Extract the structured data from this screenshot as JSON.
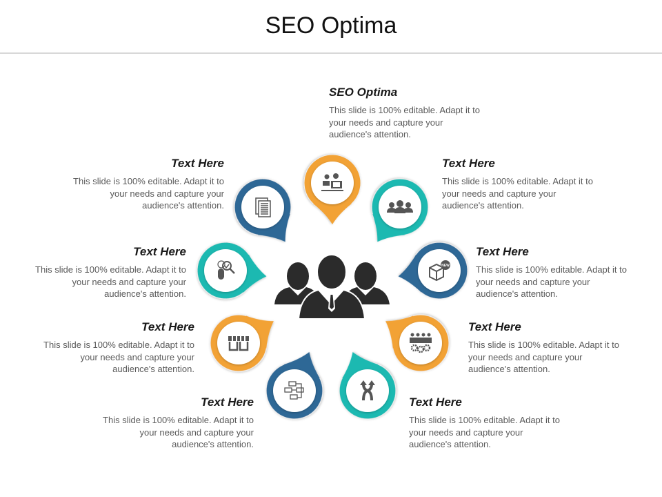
{
  "slide": {
    "title": "SEO Optima"
  },
  "colors": {
    "orange": "#f2a236",
    "teal": "#1fb9b1",
    "blue": "#2f6796",
    "icon": "#555555",
    "people": "#2b2b2b"
  },
  "blocks": [
    {
      "heading": "SEO Optima",
      "body": "This slide is 100% editable. Adapt it to your needs and capture your audience's attention."
    },
    {
      "heading": "Text Here",
      "body": "This slide is 100% editable. Adapt it to your needs and capture your audience's attention."
    },
    {
      "heading": "Text Here",
      "body": "This slide is 100% editable. Adapt it to your needs and capture your audience's attention."
    },
    {
      "heading": "Text Here",
      "body": "This slide is 100% editable. Adapt it to your needs and capture your audience's attention."
    },
    {
      "heading": "Text Here",
      "body": "This slide is 100% editable. Adapt it to your needs and capture your audience's attention."
    },
    {
      "heading": "Text Here",
      "body": "This slide is 100% editable. Adapt it to your needs and capture your audience's attention."
    },
    {
      "heading": "Text Here",
      "body": "This slide is 100% editable. Adapt it to your needs and capture your audience's attention."
    },
    {
      "heading": "Text Here",
      "body": "This slide is 100% editable. Adapt it to your needs and capture your audience's attention."
    },
    {
      "heading": "Text Here",
      "body": "This slide is 100% editable. Adapt it to your needs and capture your audience's attention."
    }
  ],
  "pins": [
    {
      "color": "orange",
      "icon": "meeting-icon"
    },
    {
      "color": "blue",
      "icon": "documents-icon"
    },
    {
      "color": "teal",
      "icon": "team-icon"
    },
    {
      "color": "teal",
      "icon": "search-check-icon"
    },
    {
      "color": "blue",
      "icon": "new-product-box-icon"
    },
    {
      "color": "orange",
      "icon": "storefront-icon"
    },
    {
      "color": "orange",
      "icon": "people-gears-icon"
    },
    {
      "color": "blue",
      "icon": "network-icon"
    },
    {
      "color": "teal",
      "icon": "merge-arrows-icon"
    }
  ],
  "center": {
    "icon": "business-team-icon"
  }
}
